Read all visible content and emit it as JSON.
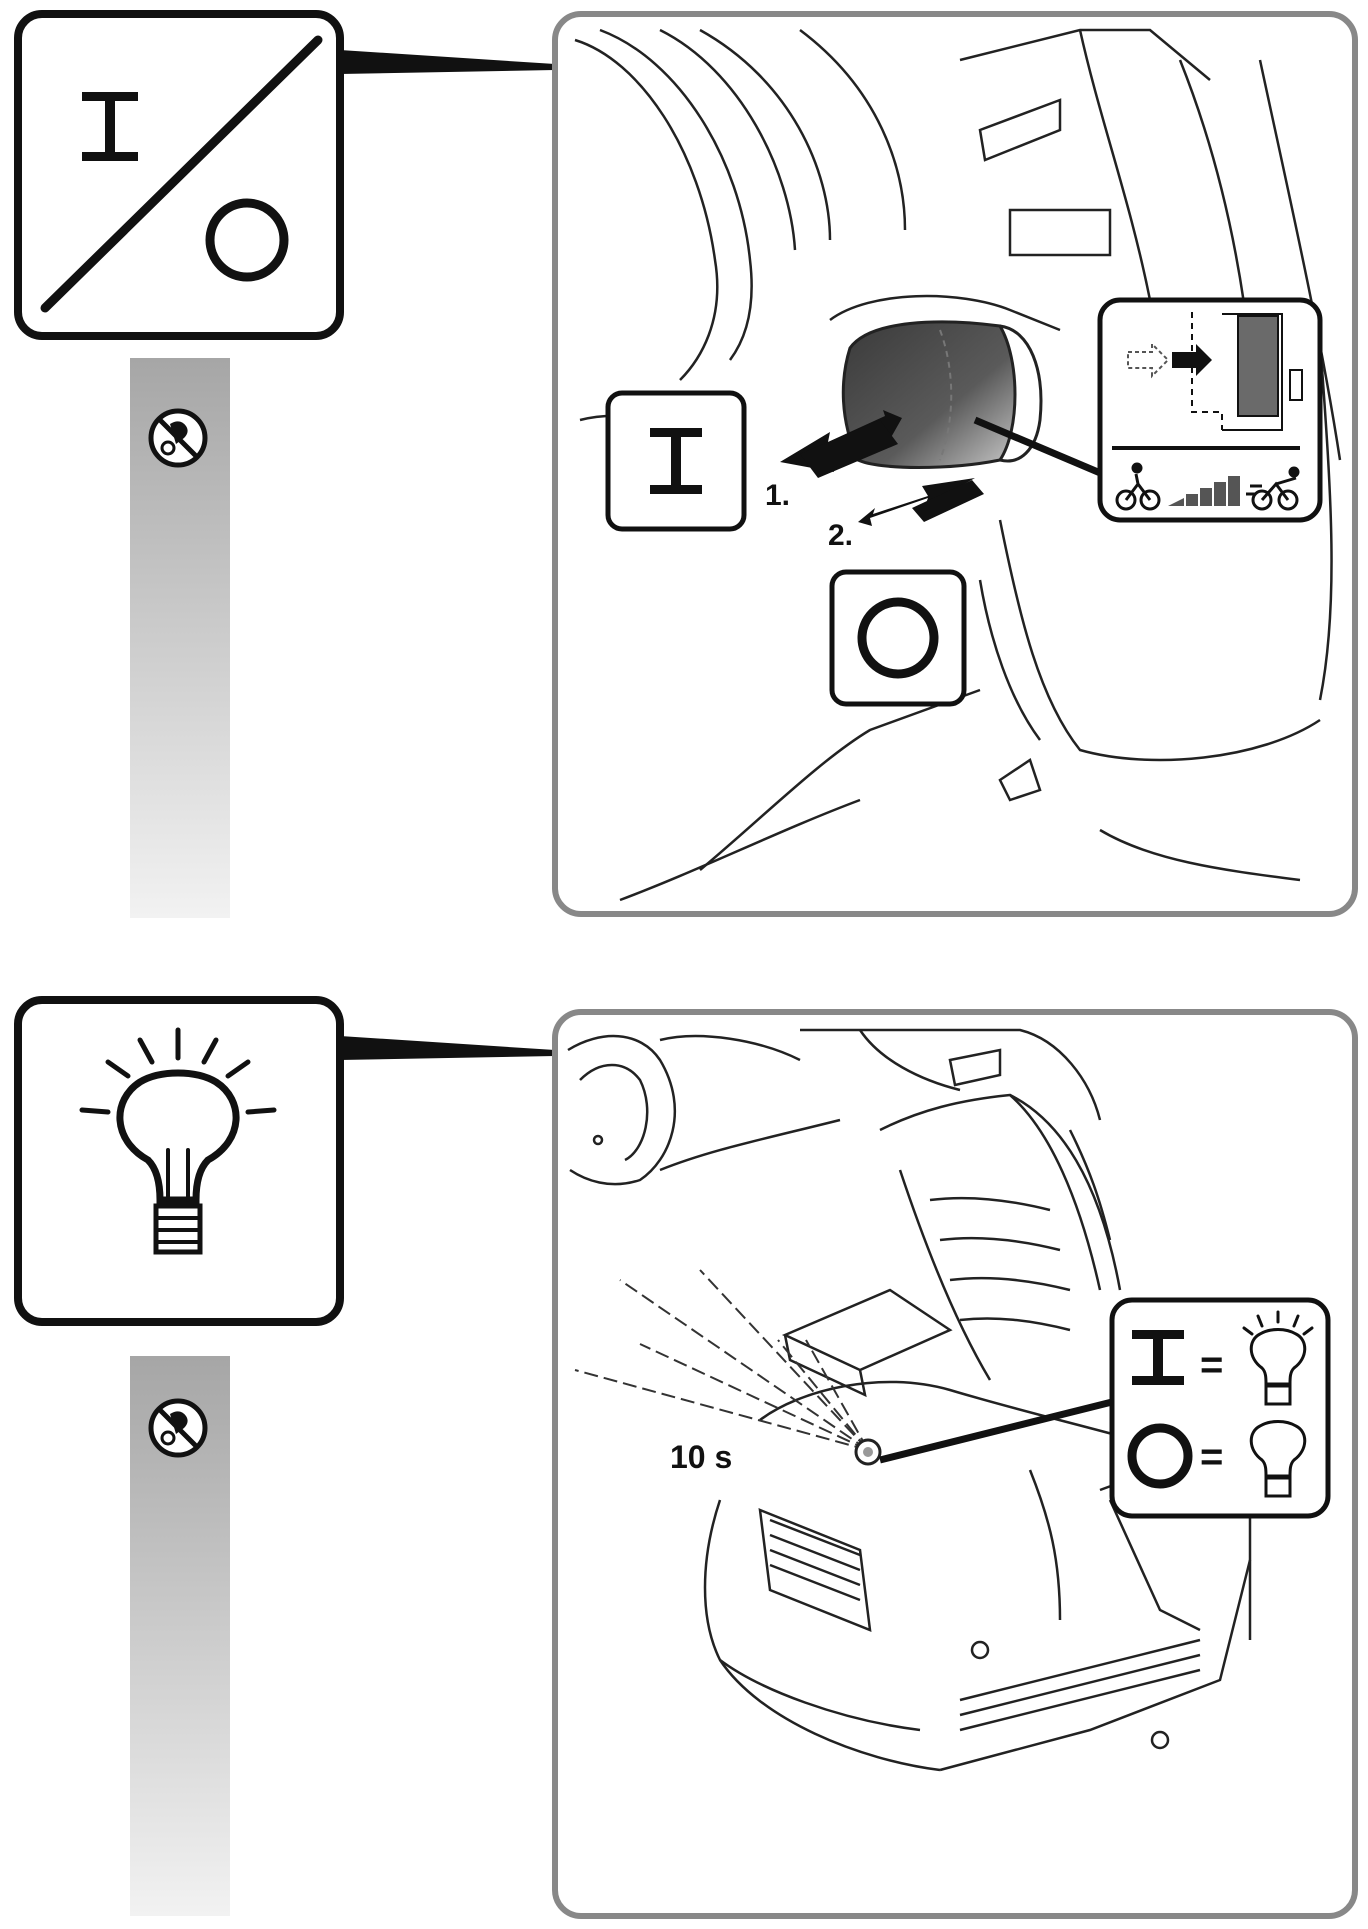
{
  "section_power": {
    "step1_label": "1.",
    "step2_label": "2.",
    "on_symbol": "I",
    "off_symbol": "O"
  },
  "section_light": {
    "duration_label": "10 s",
    "on_symbol": "I",
    "off_symbol": "O",
    "equals": "="
  },
  "colors": {
    "line": "#111111",
    "panel_border": "#888888",
    "gradient_top": "#a6a6a6"
  }
}
